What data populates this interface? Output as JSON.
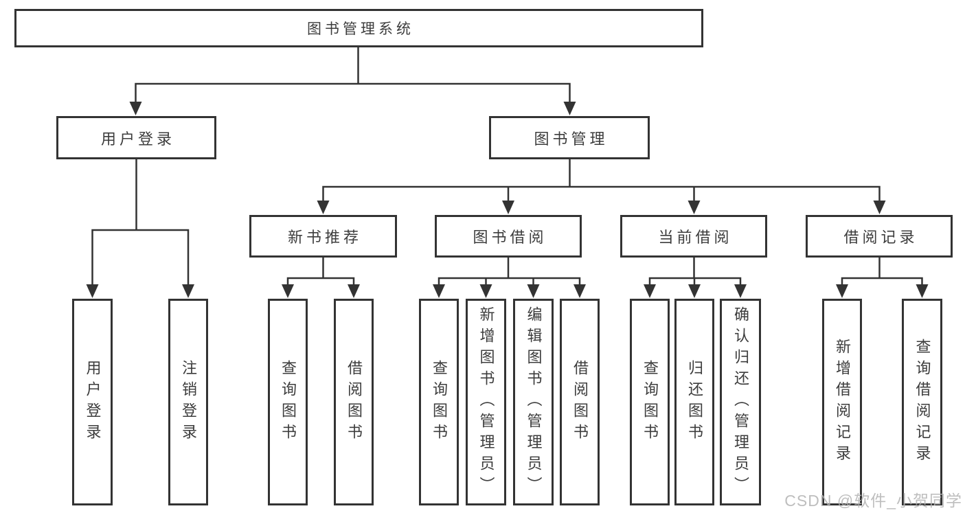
{
  "diagram": {
    "type": "tree",
    "root": {
      "label": "图书管理系统"
    },
    "level2": [
      {
        "id": "user-login",
        "label": "用户登录",
        "parent": "图书管理系统"
      },
      {
        "id": "book-management",
        "label": "图书管理",
        "parent": "图书管理系统"
      }
    ],
    "level3": [
      {
        "id": "new-book-recommend",
        "label": "新书推荐",
        "parent": "图书管理"
      },
      {
        "id": "book-borrow",
        "label": "图书借阅",
        "parent": "图书管理"
      },
      {
        "id": "current-borrow",
        "label": "当前借阅",
        "parent": "图书管理"
      },
      {
        "id": "borrow-records",
        "label": "借阅记录",
        "parent": "图书管理"
      }
    ],
    "leaves": [
      {
        "label": "用户登录",
        "parent": "用户登录"
      },
      {
        "label": "注销登录",
        "parent": "用户登录"
      },
      {
        "label": "查询图书",
        "parent": "新书推荐"
      },
      {
        "label": "借阅图书",
        "parent": "新书推荐"
      },
      {
        "label": "查询图书",
        "parent": "图书借阅"
      },
      {
        "label": "新增图书（管理员）",
        "parent": "图书借阅"
      },
      {
        "label": "编辑图书（管理员）",
        "parent": "图书借阅"
      },
      {
        "label": "借阅图书",
        "parent": "图书借阅"
      },
      {
        "label": "查询图书",
        "parent": "当前借阅"
      },
      {
        "label": "归还图书",
        "parent": "当前借阅"
      },
      {
        "label": "确认归还（管理员）",
        "parent": "当前借阅"
      },
      {
        "label": "新增借阅记录",
        "parent": "借阅记录"
      },
      {
        "label": "查询借阅记录",
        "parent": "借阅记录"
      }
    ]
  },
  "watermark": {
    "text": "CSDN @软件_小贺同学",
    "color": "#b3b3b3"
  },
  "colors": {
    "line": "#333333",
    "box_border": "#333333",
    "box_fill": "#ffffff",
    "text": "#3c3c3c",
    "background": "#ffffff"
  }
}
